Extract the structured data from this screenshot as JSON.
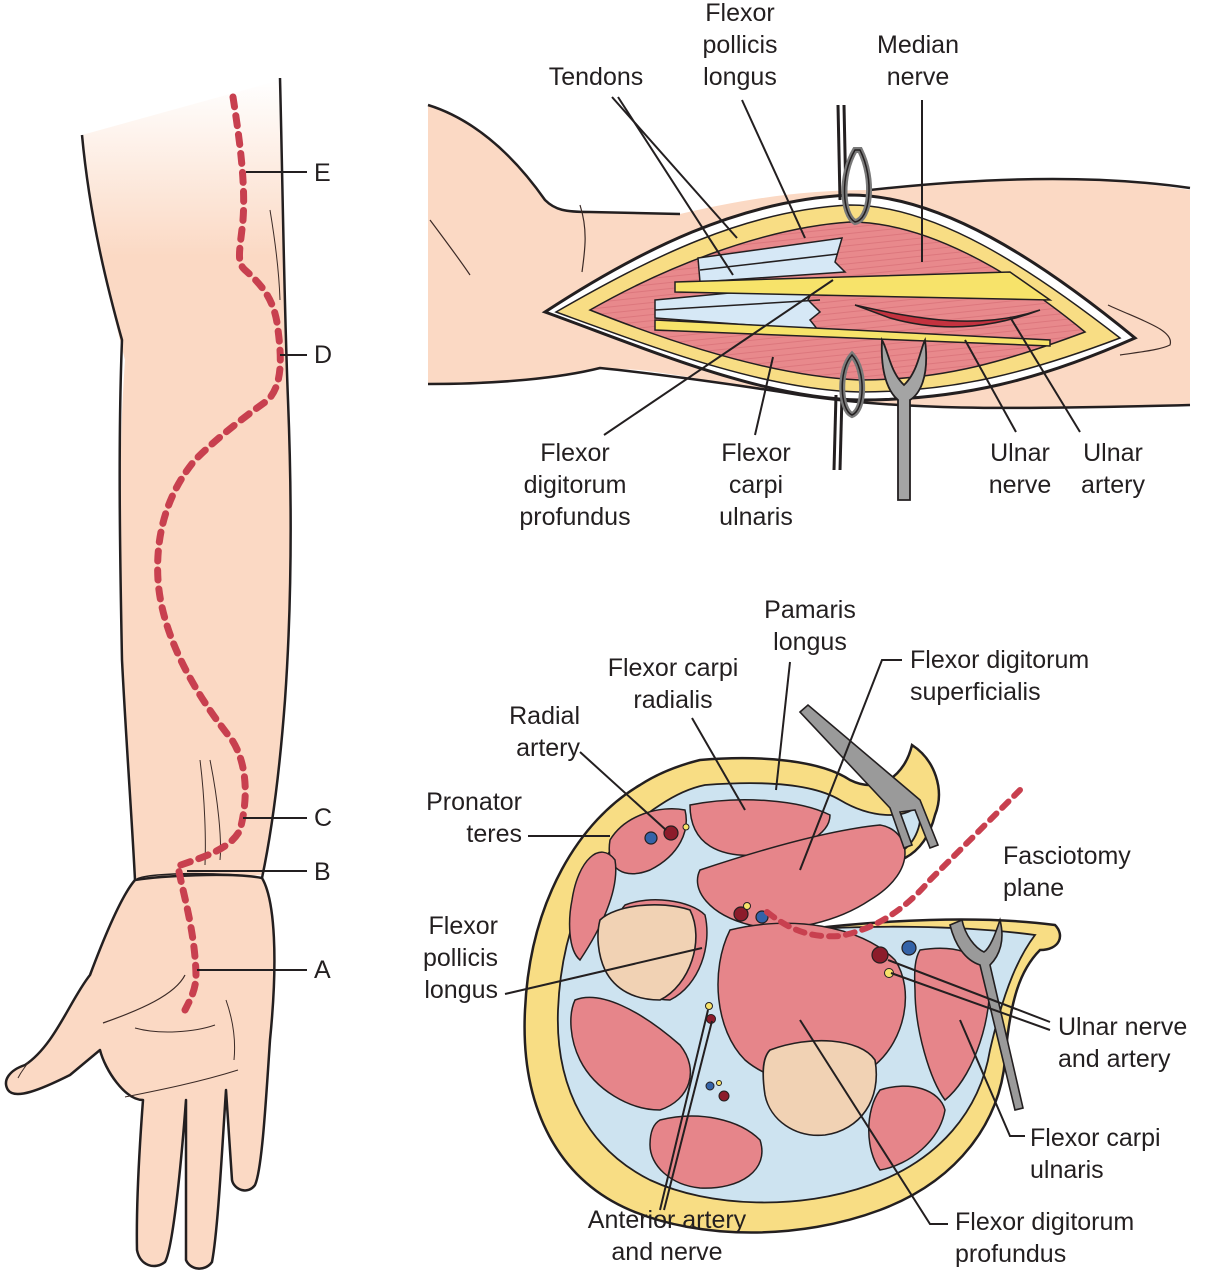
{
  "figure": {
    "panels": [
      "arm-incision-view",
      "surgical-exposure-view",
      "cross-section-view"
    ],
    "colors": {
      "skin": "#fbd9c4",
      "skin_top": "#ffffff",
      "muscle": "#e6858a",
      "muscle_light": "#efa1a1",
      "fat": "#f8dd84",
      "fascia": "#cde3f0",
      "tendon": "#d6e8f6",
      "bone": "#f1d2b4",
      "nerve": "#f7e36a",
      "artery": "#8c1c2b",
      "vein": "#3463a8",
      "incision": "#c8404f",
      "instrument": "#9a9a9a",
      "outline": "#231f20"
    }
  },
  "arm_panel": {
    "incision_markers": [
      {
        "id": "E",
        "label": "E"
      },
      {
        "id": "D",
        "label": "D"
      },
      {
        "id": "C",
        "label": "C"
      },
      {
        "id": "B",
        "label": "B"
      },
      {
        "id": "A",
        "label": "A"
      }
    ]
  },
  "exposure_panel": {
    "labels": {
      "tendons": "Tendons",
      "flexor_pollicis_longus": "Flexor\npollicis\nlongus",
      "median_nerve": "Median\nnerve",
      "flexor_digitorum_profundus": "Flexor\ndigitorum\nprofundus",
      "flexor_carpi_ulnaris": "Flexor\ncarpi\nulnaris",
      "ulnar_nerve": "Ulnar\nnerve",
      "ulnar_artery": "Ulnar\nartery"
    }
  },
  "cross_section_panel": {
    "labels": {
      "palmaris_longus": "Pamaris\nlongus",
      "flexor_carpi_radialis": "Flexor carpi\nradialis",
      "flexor_digitorum_superficialis": "Flexor digitorum\nsuperficialis",
      "radial_artery": "Radial\nartery",
      "pronator_teres": "Pronator\nteres",
      "fasciotomy_plane": "Fasciotomy\nplane",
      "flexor_pollicis_longus": "Flexor\npollicis\nlongus",
      "ulnar_nerve_and_artery": "Ulnar nerve\nand artery",
      "flexor_carpi_ulnaris": "Flexor carpi\nulnaris",
      "anterior_artery_and_nerve": "Anterior artery\nand nerve",
      "flexor_digitorum_profundus": "Flexor digitorum\nprofundus"
    }
  }
}
